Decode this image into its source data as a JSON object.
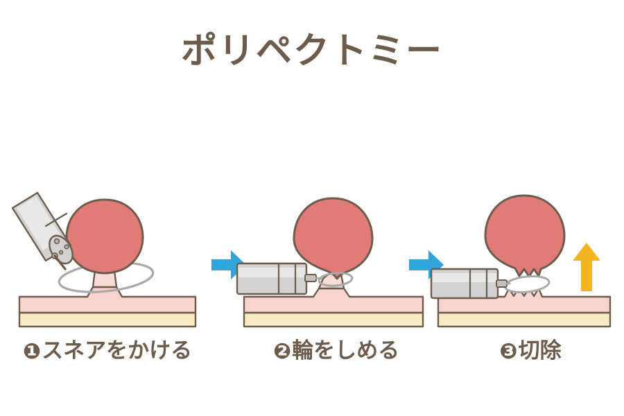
{
  "illustration": {
    "title": "ポリペクトミー",
    "title_color": "#6d5c4c",
    "background_color": "#ffffff"
  },
  "palette": {
    "outline": "#6d5c4c",
    "polyp_head": "#e07b78",
    "polyp_stalk": "#f8dcd5",
    "mucosa": "#f7d5ce",
    "submucosa": "#fbeac2",
    "scope_body": "#d2d2d2",
    "scope_highlight": "#e8e8e8",
    "snare_wire": "#a9a9a9",
    "arrow_blue": "#33a3dc",
    "arrow_orange": "#f5b520",
    "text": "#6d5c4c"
  },
  "steps": [
    {
      "number": "❶",
      "number_plain": "1",
      "label": "スネアをかける",
      "caption": "❶スネアをかける",
      "description": "endoscope-with-open-snare-loop-around-polyp"
    },
    {
      "number": "❷",
      "number_plain": "2",
      "label": "輪をしめる",
      "caption": "❷輪をしめる",
      "description": "snare-loop-tightened-around-polyp-stalk"
    },
    {
      "number": "❸",
      "number_plain": "3",
      "label": "切除",
      "caption": "❸切除",
      "description": "polyp-resected-and-lifted-away"
    }
  ],
  "connectors": [
    {
      "name": "arrow-step1-to-step2",
      "direction": "right",
      "color": "#33a3dc"
    },
    {
      "name": "arrow-step2-to-step3",
      "direction": "right",
      "color": "#33a3dc"
    }
  ],
  "annotations": [
    {
      "name": "lift-arrow",
      "direction": "up",
      "color": "#f5b520",
      "panel": 3
    }
  ]
}
